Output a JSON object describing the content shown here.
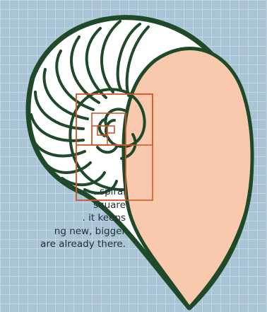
{
  "caption": {
    "lines": [
      ". spiral",
      "square",
      ". it keeps",
      "ng new, bigger",
      "are already there."
    ]
  },
  "colors": {
    "background": "#a9c4d4",
    "grid": "#c3d6e2",
    "shell_outline": "#1f4a2a",
    "shell_interior": "#ffffff",
    "outer_chamber": "#f8c9ad",
    "golden_rectangles": "#d2572a"
  }
}
